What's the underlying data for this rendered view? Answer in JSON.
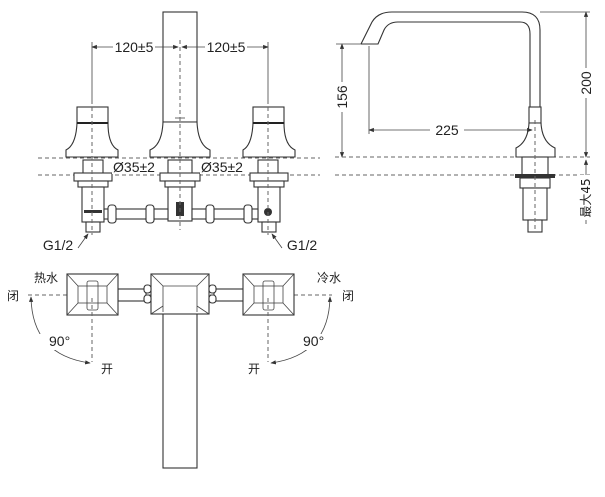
{
  "front_view": {
    "spacing_left": "120±5",
    "spacing_right": "120±5",
    "hole_left": "Ø35±2",
    "hole_right": "Ø35±2",
    "thread_left": "G1/2",
    "thread_right": "G1/2"
  },
  "side_view": {
    "outlet_height": "156",
    "spout_reach": "225",
    "total_height": "200",
    "max_deck_thickness": "最大45"
  },
  "top_view": {
    "hot_water": "热水",
    "cold_water": "冷水",
    "closed_left": "闭",
    "closed_right": "闭",
    "angle_left": "90°",
    "angle_right": "90°",
    "open_left": "开",
    "open_right": "开"
  }
}
